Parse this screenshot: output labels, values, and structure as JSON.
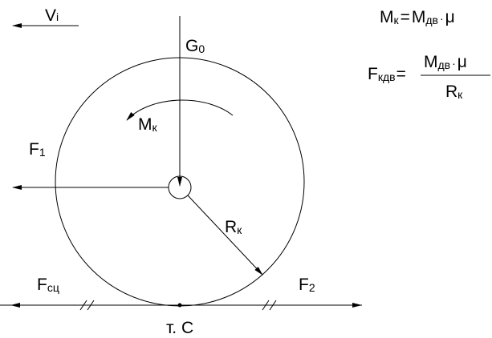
{
  "labels": {
    "v_main": "V",
    "v_sub": "i",
    "g_main": "G",
    "g_sub": "0",
    "m_main": "M",
    "m_sub": "к",
    "f1_main": "F",
    "f1_sub": "1",
    "r_main": "R",
    "r_sub": "к",
    "fsc_main": "F",
    "fsc_sub": "сц",
    "f2_main": "F",
    "f2_sub": "2",
    "point": "т. С"
  },
  "formulas": {
    "moment": {
      "lhs_main": "M",
      "lhs_sub": "к",
      "eq": "=",
      "rhs_main": "M",
      "rhs_sub": "дв",
      "dot": "·",
      "mu": "μ"
    },
    "force": {
      "lhs_main": "F",
      "lhs_sub": "кдв",
      "eq": "=",
      "num_main": "M",
      "num_sub": "дв",
      "num_dot": "·",
      "num_mu": "μ",
      "den_main": "R",
      "den_sub": "к"
    }
  }
}
